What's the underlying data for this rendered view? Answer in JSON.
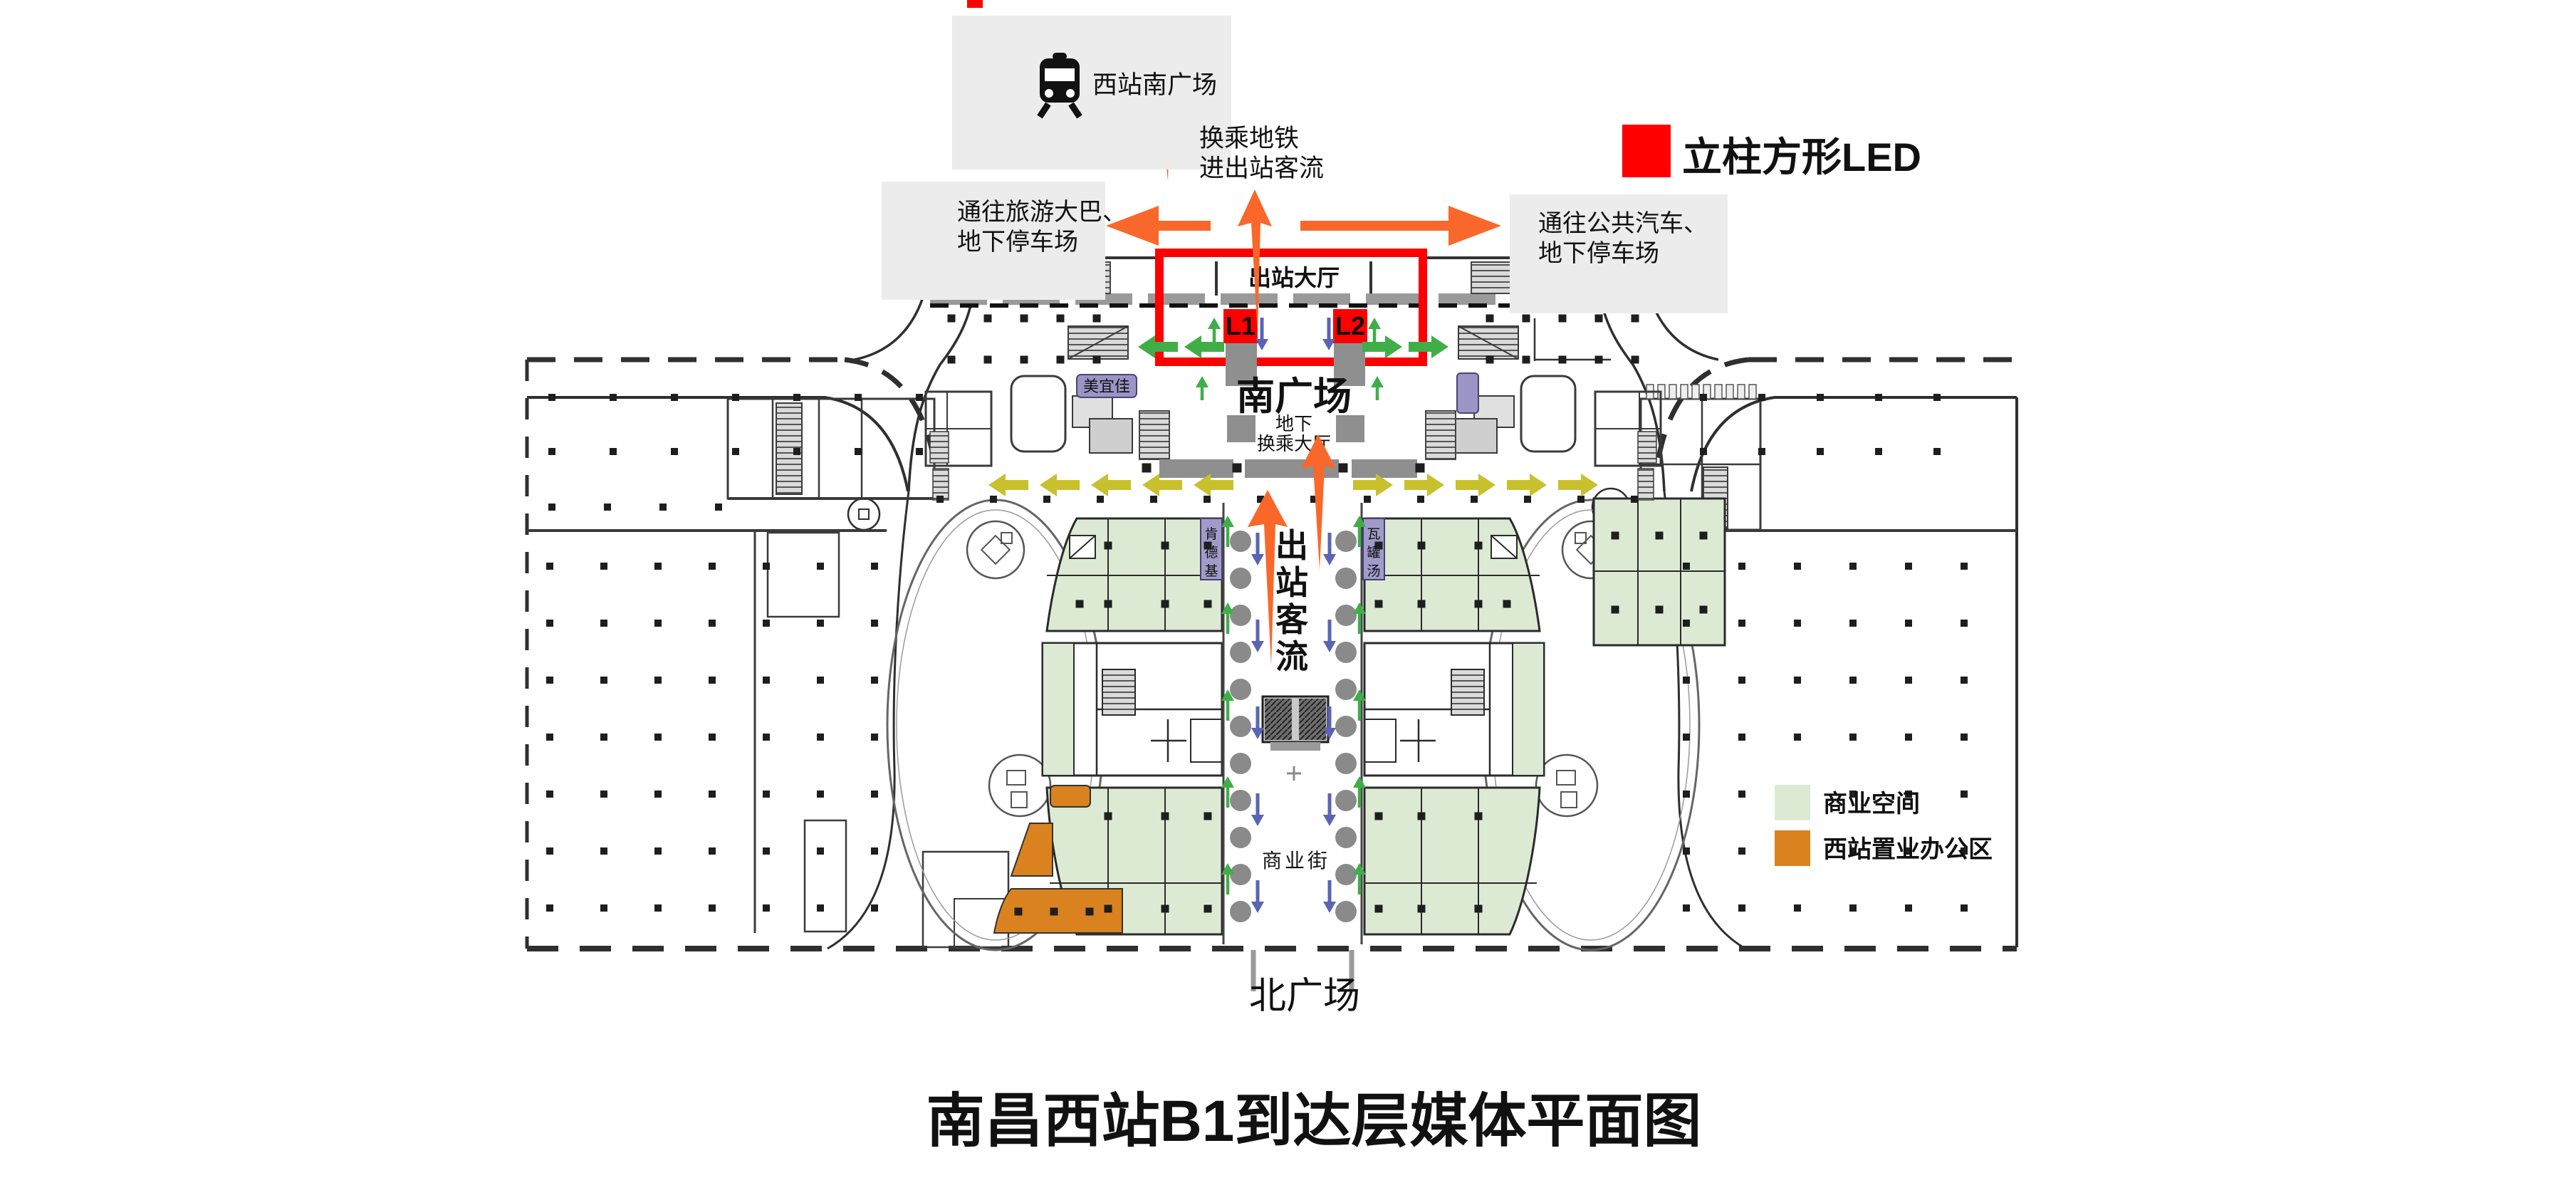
{
  "title": "南昌西站B1到达层媒体平面图",
  "colors": {
    "led_red": "#fe0000",
    "flow_arrow_orange": "#f9682a",
    "commercial_green": "#dcead4",
    "office_orange": "#d9821f",
    "walkway_yellow": "#c9c02d",
    "up_arrow_green": "#3fae49",
    "down_arrow_blue": "#5a64b4",
    "shop_tag_purple": "#a09bc8",
    "label_box_gray": "#ececec",
    "column_gray": "#8a8a8a"
  },
  "top_area": {
    "station_label": "西站南广场",
    "flow_line1": "换乘地铁",
    "flow_line2": "进出站客流"
  },
  "left_exit": {
    "line1": "通往旅游大巴、",
    "line2": "地下停车场"
  },
  "right_exit": {
    "line1": "通往公共汽车、",
    "line2": "地下停车场"
  },
  "led_legend": {
    "label": "立柱方形LED"
  },
  "station": {
    "exit_hall": "出站大厅",
    "led_marker_1": "L1",
    "led_marker_2": "L2",
    "south_square": "南广场",
    "transfer_hall_line1": "地下",
    "transfer_hall_line2": "换乘大厅"
  },
  "corridor": {
    "exit_flow_chars": [
      "出",
      "站",
      "客",
      "流"
    ],
    "commercial_street": "商业街"
  },
  "shops": {
    "convenience_store": "美宜佳",
    "kfc_chars": [
      "肯",
      "德",
      "基"
    ],
    "soup_chars": [
      "瓦",
      "罐",
      "汤"
    ]
  },
  "plan": {
    "north_square": "北广场"
  },
  "legend": {
    "commercial": "商业空间",
    "office": "西站置业办公区"
  }
}
